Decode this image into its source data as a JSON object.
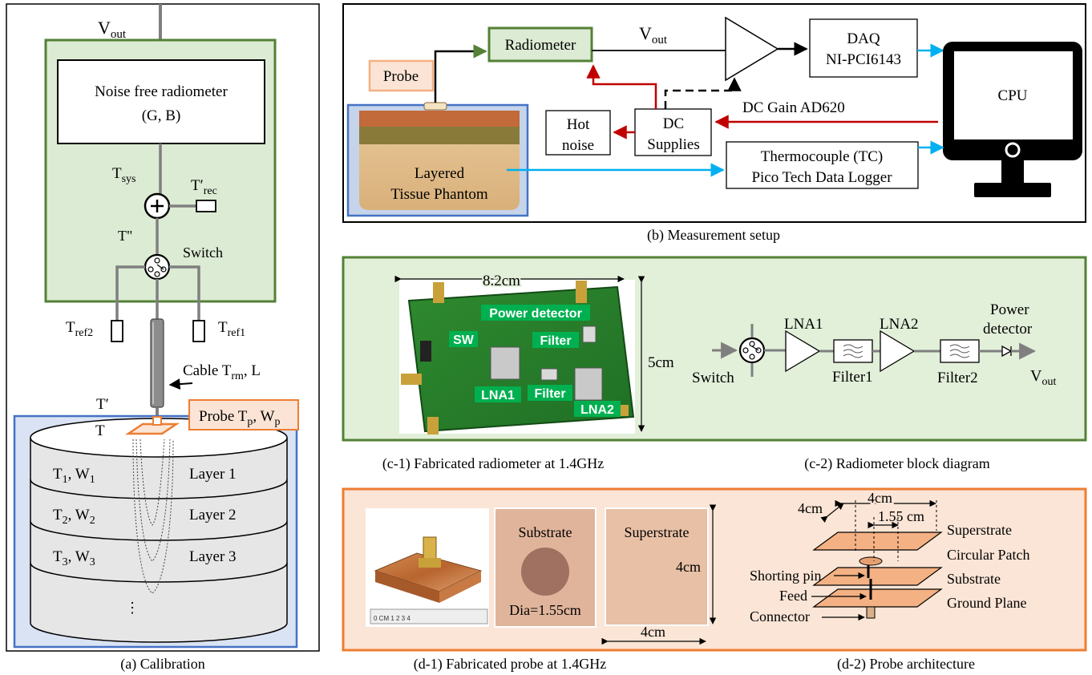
{
  "calibration": {
    "vout": "V",
    "vout_sub": "out",
    "radiometer_line1": "Noise free radiometer",
    "radiometer_line2": "(G, B)",
    "tsys": "T",
    "tsys_sub": "sys",
    "trec": "T′",
    "trec_sub": "rec",
    "tdouble": "T\"",
    "switch": "Switch",
    "tref2": "T",
    "tref2_sub": "ref2",
    "tref1": "T",
    "tref1_sub": "ref1",
    "cable": "Cable T",
    "cable_sub": "rm",
    "cable_tail": ", L",
    "tprime": "T′",
    "t": "T",
    "probe": "Probe T",
    "probe_sub1": "p",
    "probe_mid": ", W",
    "probe_sub2": "p",
    "layers": [
      {
        "t": "T",
        "t_sub": "1",
        "w": ", W",
        "w_sub": "1",
        "name": "Layer 1"
      },
      {
        "t": "T",
        "t_sub": "2",
        "w": ", W",
        "w_sub": "2",
        "name": "Layer 2"
      },
      {
        "t": "T",
        "t_sub": "3",
        "w": ", W",
        "w_sub": "3",
        "name": "Layer 3"
      }
    ],
    "ellipsis": "⋮",
    "caption": "(a) Calibration"
  },
  "measurement": {
    "radiometer": "Radiometer",
    "vout": "V",
    "vout_sub": "out",
    "probe": "Probe",
    "daq_line1": "DAQ",
    "daq_line2": "NI-PCI6143",
    "cpu": "CPU",
    "dc_gain": "DC Gain AD620",
    "hot_line1": "Hot",
    "hot_line2": "noise",
    "dc_line1": "DC",
    "dc_line2": "Supplies",
    "phantom_line1": "Layered",
    "phantom_line2": "Tissue Phantom",
    "tc_line1": "Thermocouple (TC)",
    "tc_line2": "Pico Tech Data Logger",
    "caption": "(b) Measurement setup"
  },
  "radiometer_panel": {
    "dim_width": "8.2cm",
    "dim_height": "5cm",
    "labels": {
      "power_detector": "Power detector",
      "sw": "SW",
      "filter_a": "Filter",
      "filter_b": "Filter",
      "lna1": "LNA1",
      "lna2": "LNA2"
    },
    "block": {
      "switch": "Switch",
      "lna1": "LNA1",
      "lna2": "LNA2",
      "filter1": "Filter1",
      "filter2": "Filter2",
      "power_detector_line1": "Power",
      "power_detector_line2": "detector",
      "vout": "V",
      "vout_sub": "out"
    },
    "caption_c1": "(c-1) Fabricated radiometer at 1.4GHz",
    "caption_c2": "(c-2) Radiometer block diagram"
  },
  "probe_panel": {
    "substrate": "Substrate",
    "dia": "Dia=1.55cm",
    "superstrate": "Superstrate",
    "dim_side": "4cm",
    "dim_bottom": "4cm",
    "ruler": "0 CM   1   2   3   4",
    "arch": {
      "depth": "4cm",
      "width": "4cm",
      "patch": "1.55 cm",
      "superstrate": "Superstrate",
      "circular_patch": "Circular Patch",
      "substrate": "Substrate",
      "ground_plane": "Ground Plane",
      "shorting_pin": "Shorting pin",
      "feed": "Feed",
      "connector": "Connector"
    },
    "caption_d1": "(d-1) Fabricated probe at 1.4GHz",
    "caption_d2": "(d-2) Probe architecture"
  },
  "colors": {
    "green_fill": "#dcebd3",
    "green_border": "#538135",
    "blue_border": "#4472c4",
    "orange_border": "#ed7d31",
    "orange_fill": "#fbe5d6",
    "peach_fill": "#fbe4d5",
    "red_arrow": "#c00000",
    "blue_arrow": "#00b0f0",
    "layer_fill": "#e7e6e6"
  }
}
